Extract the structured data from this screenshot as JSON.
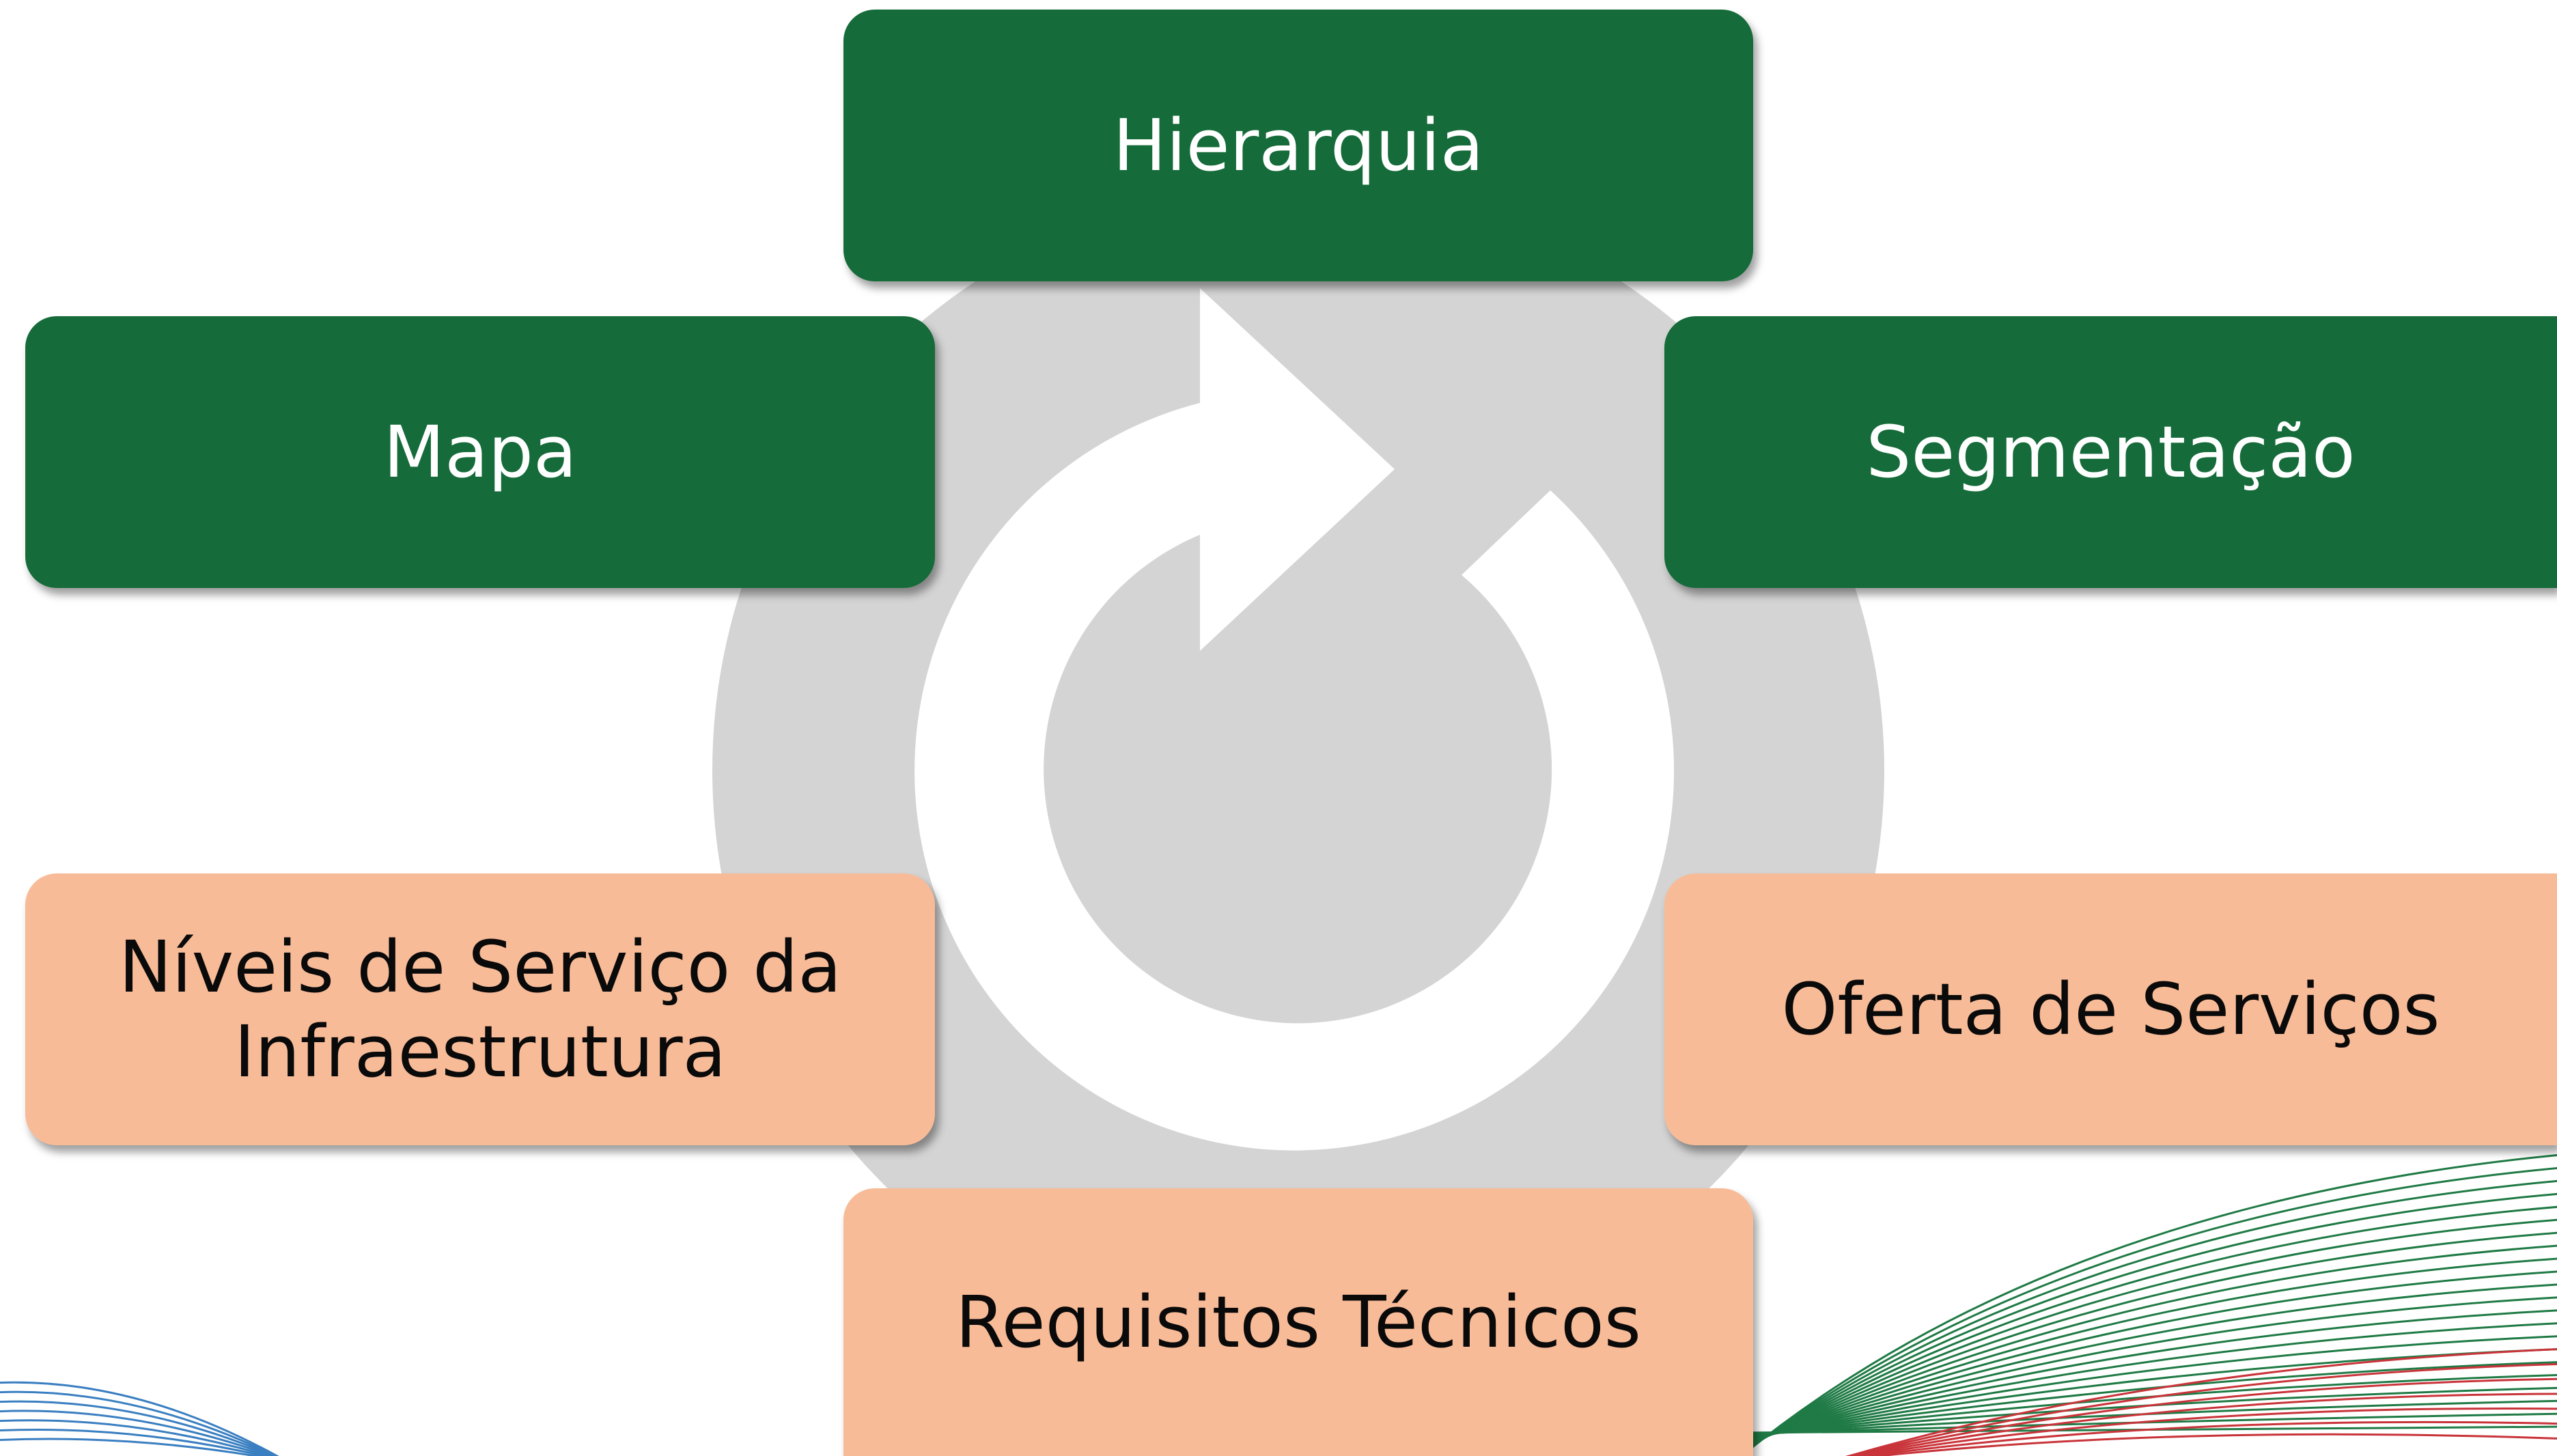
{
  "diagram": {
    "boxes": {
      "top": {
        "label": "Hierarquia",
        "style": "green"
      },
      "upper_left": {
        "label": "Mapa",
        "style": "green"
      },
      "upper_right": {
        "label": "Segmentação",
        "style": "green"
      },
      "lower_left": {
        "label": "Níveis de Serviço da\nInfraestrutura",
        "style": "peach"
      },
      "lower_right": {
        "label": "Oferta de Serviços",
        "style": "peach"
      },
      "bottom": {
        "label": "Requisitos Técnicos",
        "style": "peach"
      }
    },
    "center_icon": "cycle-arrow-icon"
  },
  "colors": {
    "green_box": "#156b39",
    "peach_box": "#f8bb98",
    "circle_backdrop": "#d4d4d4",
    "cycle_arrow": "#ffffff",
    "decor_blue": "#3a7fc1",
    "decor_green": "#1f7a45",
    "decor_red": "#c9343a"
  }
}
